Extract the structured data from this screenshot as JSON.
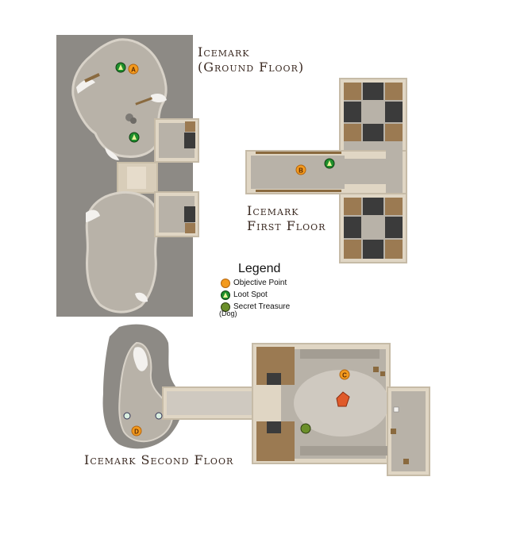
{
  "floors": {
    "ground": {
      "title_line1": "Icemark",
      "title_line2": "(Ground Floor)"
    },
    "first": {
      "title_line1": "Icemark",
      "title_line2": "First Floor"
    },
    "second": {
      "title": "Icemark Second Floor"
    }
  },
  "legend": {
    "title": "Legend",
    "items": [
      {
        "label": "Objective Point",
        "icon": "objective-point-icon",
        "color": "#f39a1e"
      },
      {
        "label": "Loot Spot",
        "icon": "loot-spot-icon",
        "color": "#1f8f2c"
      },
      {
        "label": "Secret Treasure",
        "icon": "secret-treasure-icon",
        "color": "#6b8f2a"
      }
    ],
    "note": "(Dog)"
  },
  "markers": {
    "objectives": [
      "A",
      "B",
      "C",
      "D"
    ]
  },
  "colors": {
    "wall_gray": "#8d8a85",
    "floor_light": "#cfc9c0",
    "floor_mid": "#b8b2a8",
    "snow": "#f3f1ee",
    "room_border": "#d8cdb9",
    "wood": "#9b7a52",
    "stairs": "#3b3b3b",
    "title_text": "#3b2a22",
    "objective": "#f39a1e",
    "loot": "#1f8f2c"
  }
}
